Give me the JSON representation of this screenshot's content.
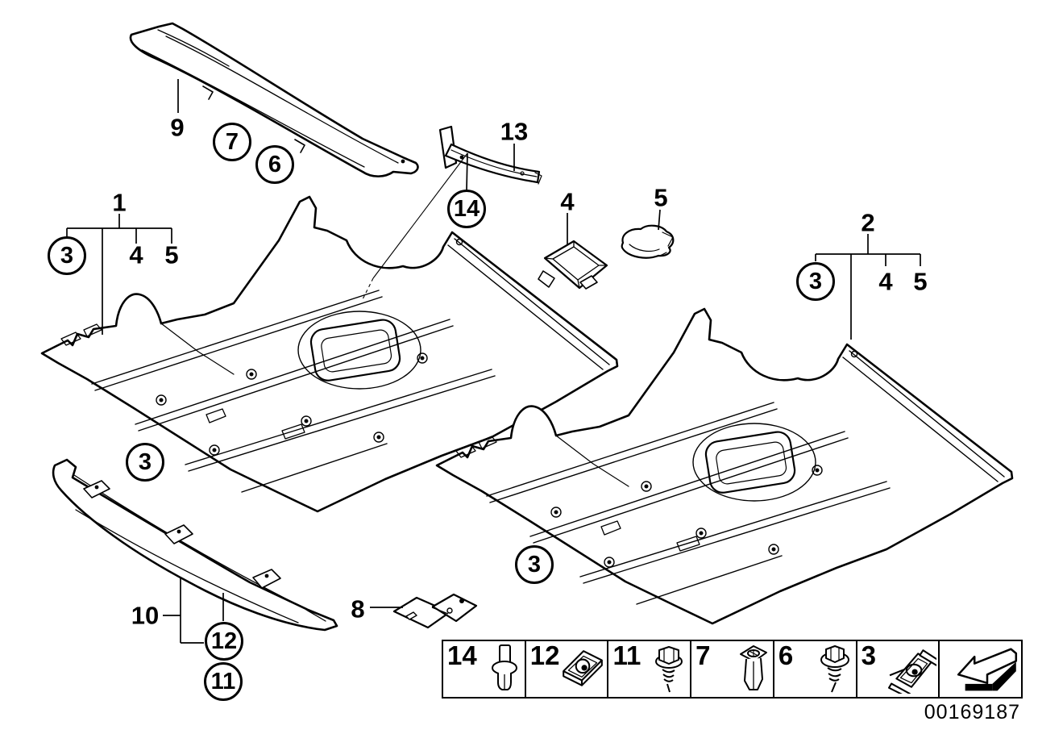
{
  "page": {
    "bg": "#ffffff",
    "ink": "#000000",
    "doc_number": "00169187"
  },
  "callouts": {
    "part9": "9",
    "screw7": "7",
    "screw6": "6",
    "group1": {
      "main": "1",
      "clip": "3",
      "bolt": "4",
      "cap": "5"
    },
    "part13": "13",
    "rivet14": "14",
    "bracket4": "4",
    "cap5": "5",
    "group2": {
      "main": "2",
      "clip": "3",
      "bolt": "4",
      "cap": "5"
    },
    "panel1_clip": "3",
    "panel2_clip": "3",
    "part10": "10",
    "nut12": "12",
    "screw11": "11",
    "part8": "8"
  },
  "legend": {
    "cells": [
      {
        "label": "14",
        "icon": "expansion-rivet-icon"
      },
      {
        "label": "12",
        "icon": "sheet-metal-nut-icon"
      },
      {
        "label": "11",
        "icon": "hex-flange-screw-icon"
      },
      {
        "label": "7",
        "icon": "expanding-nut-icon"
      },
      {
        "label": "6",
        "icon": "hex-washer-screw-icon"
      },
      {
        "label": "3",
        "icon": "clip-nut-with-screw-icon"
      },
      {
        "label": "",
        "icon": "previous-diagram-arrow-icon"
      }
    ]
  }
}
